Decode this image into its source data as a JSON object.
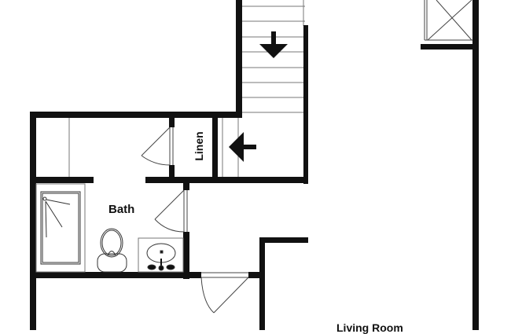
{
  "floor_plan": {
    "rooms": [
      {
        "id": "bath",
        "label": "Bath"
      },
      {
        "id": "linen",
        "label": "Linen"
      },
      {
        "id": "living_room",
        "label": "Living Room"
      }
    ],
    "fixtures": [
      "shower",
      "toilet",
      "sink",
      "stairs-down",
      "stairs-landing",
      "closet-x-box"
    ],
    "colors": {
      "wall": "#111111",
      "thin_line": "#555555",
      "background": "#ffffff"
    }
  }
}
